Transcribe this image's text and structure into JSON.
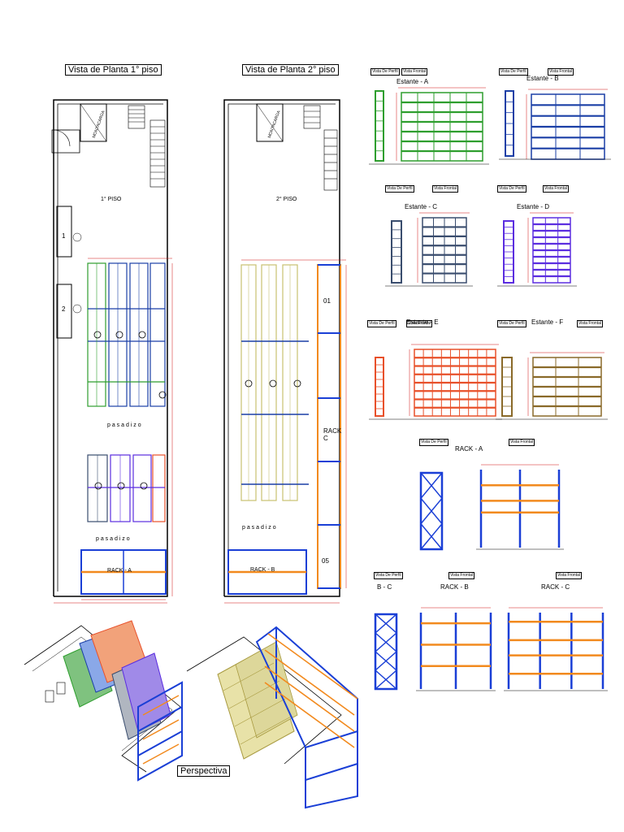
{
  "titles": {
    "plan1": "Vista de Planta 1° piso",
    "plan2": "Vista de Planta 2° piso",
    "perspective": "Perspectiva"
  },
  "plan1": {
    "floor_label": "1° PISO",
    "stair_label": "MONTACARGA",
    "aisle1": "p a s a d i z o",
    "aisle2": "p a s a d i z o",
    "rack_label": "RACK - A",
    "column_letters": [
      "p",
      "a",
      "s",
      "a",
      "d",
      "i",
      "z",
      "o"
    ],
    "desk_labels": [
      "1",
      "2"
    ]
  },
  "plan2": {
    "floor_label": "2° PISO",
    "stair_label": "MONTACARGA",
    "aisle": "p a s a d i z o",
    "rack_label": "RACK - B",
    "rack_c_label": "RACK C",
    "rack_ids": [
      "01",
      "05"
    ],
    "column_letters": [
      "p",
      "a",
      "s",
      "a",
      "d",
      "i",
      "z",
      "o"
    ]
  },
  "views": {
    "perfil": "Vista De Perfil",
    "frontal": "Vista Frontal"
  },
  "estantes": [
    {
      "id": "A",
      "title": "Estante - A",
      "color": "#2e9e2e"
    },
    {
      "id": "B",
      "title": "Estante - B",
      "color": "#1a3fa6"
    },
    {
      "id": "C",
      "title": "Estante - C",
      "color": "#3a4d6e"
    },
    {
      "id": "D",
      "title": "Estante - D",
      "color": "#5b2de0"
    },
    {
      "id": "E",
      "title": "Estante - E",
      "color": "#e8502a"
    },
    {
      "id": "F",
      "title": "Estante - F",
      "color": "#8a6a2a"
    }
  ],
  "racks": [
    {
      "id": "A",
      "title": "RACK - A"
    },
    {
      "id": "B",
      "title": "RACK - B"
    },
    {
      "id": "C",
      "title": "RACK - C"
    },
    {
      "id": "BC",
      "title": "B - C"
    }
  ],
  "colors": {
    "rack_upright": "#1a3fd6",
    "rack_beam": "#f28a1e",
    "dimension": "#d01010",
    "outline": "#000000"
  }
}
